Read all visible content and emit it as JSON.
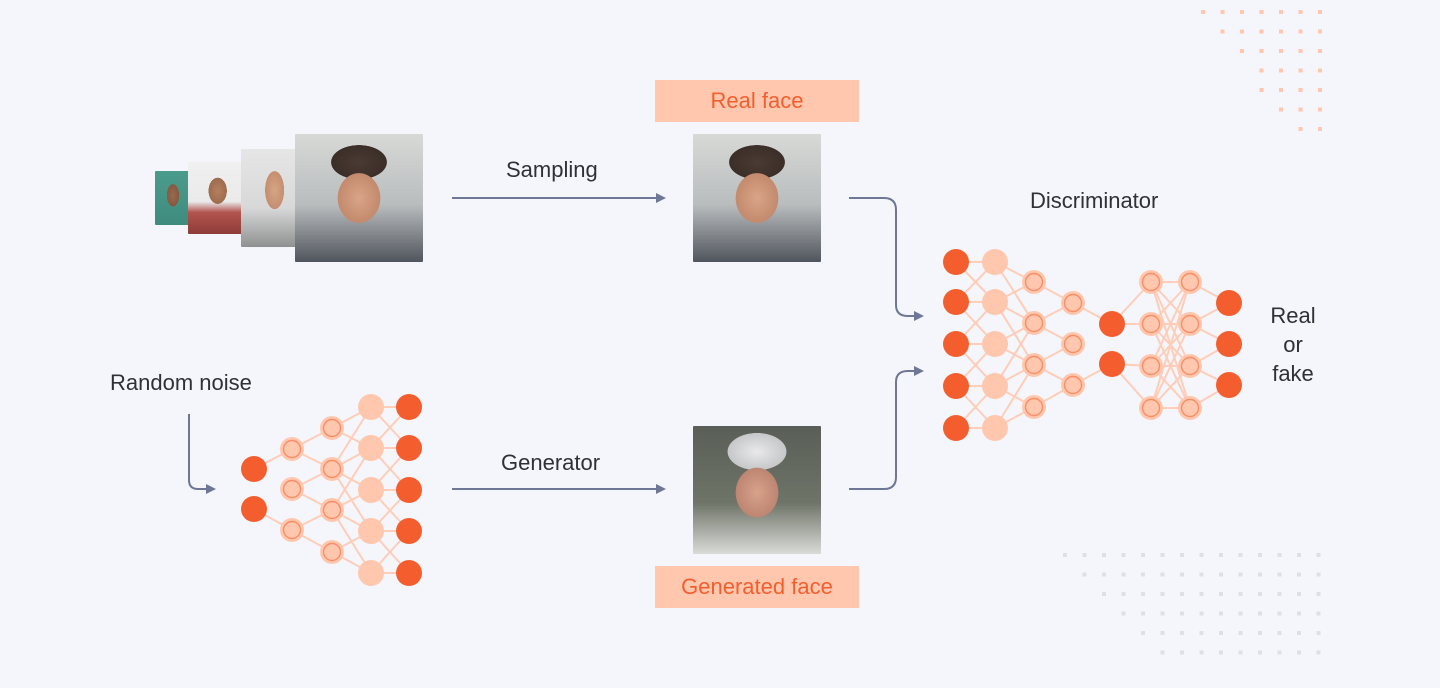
{
  "labels": {
    "sampling": "Sampling",
    "generator": "Generator",
    "random_noise": "Random noise",
    "discriminator": "Discriminator",
    "real_face": "Real face",
    "generated_face": "Generated face",
    "output_line1": "Real",
    "output_line2": "or",
    "output_line3": "fake"
  },
  "colors": {
    "background": "#f4f6fb",
    "node_dark": "#f45e2e",
    "node_light": "#ffc7ae",
    "edge": "#ffcdb8",
    "arrow": "#6f7797",
    "label_fill": "#ffc7ae",
    "label_text": "#f45e2e",
    "dots_orange": "#ffc7ae",
    "dots_gray": "#dde0e6"
  },
  "icons": {
    "arrow": "arrow-right-icon",
    "neuron": "neuron-node-icon"
  }
}
